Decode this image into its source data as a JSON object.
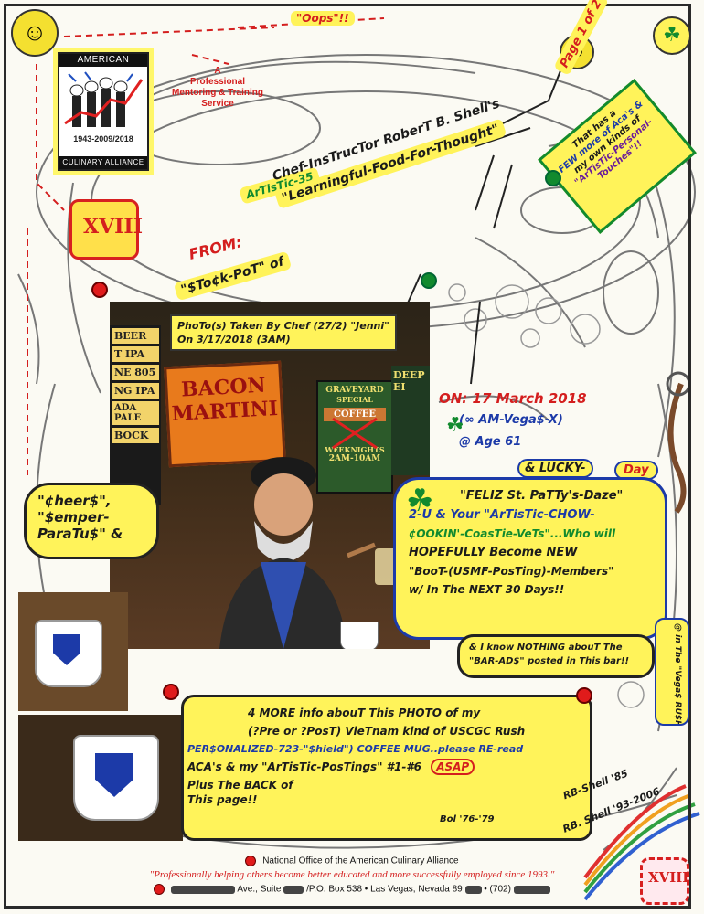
{
  "logo": {
    "top_text": "AMERICAN",
    "years_text": "1943-2009/2018",
    "bottom_text": "CULINARY ALLIANCE"
  },
  "service": {
    "line1": "A",
    "line2": "Professional",
    "line3": "Mentoring & Training",
    "line4": "Service"
  },
  "oops": "\"Oops\"!!",
  "header_lines": {
    "artistic": "ArTisTic-35",
    "chef": "Chef-InsTrucTor RoberT B. Shell's",
    "from": "FROM:",
    "learning": "\"Learningful-Food-For-Thought\"",
    "stock": "\"$To¢k-PoT\" of"
  },
  "page_marker": "Page 1 of 2",
  "corner_note": {
    "l1": "That has a",
    "l2": "FEW more of Aca's &",
    "l3": "my own kinds of",
    "l4": "\"ArTisTic-Personal-",
    "l5": "Touches\"!!"
  },
  "photo_caption": {
    "l1": "PhoTo(s) Taken By Chef (27/2) \"Jenni\"",
    "l2": "On 3/17/2018 (3AM)"
  },
  "bar_signs": {
    "beer": [
      "BEER",
      "T IPA",
      "NE 805",
      "NG IPA",
      "ADA PALE",
      "BOCK"
    ],
    "bacon1": "BACON",
    "bacon2": "MARTINI",
    "graveyard1": "GRAVEYARD",
    "graveyard2": "SPECIAL",
    "graveyard3": "COFFEE",
    "graveyard4": "WEEKNIGHTS",
    "graveyard5": "2AM-10AM",
    "deep": "DEEP EI"
  },
  "on_date": {
    "l1": "ON: 17 March 2018",
    "l2": "(∞ AM-Vega$-X)",
    "l3": "@ Age 61"
  },
  "cheers": {
    "l1": "\"¢heer$\",",
    "l2": "\"$emper-",
    "l3": "ParaTu$\" &"
  },
  "lucky_bubble": {
    "lucky": "& LUCKY-",
    "day": "Day",
    "l1": "\"FELIZ St. PaTTy's-Daze\"",
    "l2": "2-U & Your \"ArTisTic-CHOW-",
    "l3": "¢OOKIN'-CoasTie-VeTs\"...Who will",
    "l4": "HOPEFULLY Become NEW",
    "l5": "\"BooT-(USMF-PosTing)-Members\"",
    "l6": "w/ In The NEXT 30 Days!!"
  },
  "bar_ads_note": {
    "l1": "& I know NOTHING abouT The",
    "l2": "\"BAR-AD$\" posted in This bar!!"
  },
  "vegas_side": "@ in The \"Vega$ RU$H-Lounge\"!!",
  "more_info": {
    "l1": "4 MORE info abouT This PHOTO of my",
    "l2": "(?Pre or ?PosT) VieTnam kind of USCGC Rush",
    "l3": "PER$ONALIZED-723-\"$hield\") COFFEE MUG..please RE-read",
    "l4": "ACA's & my \"ArTisTic-PosTings\" #1-#6",
    "asap": "ASAP",
    "l5": "Plus The BACK of",
    "l6": "This page!!"
  },
  "service_years": {
    "rb1": "RB-Shell '85",
    "rb2": "RB. Shell '93-2006",
    "bol": "Bol '76-'79"
  },
  "footer": {
    "l1": "National Office of the American Culinary Alliance",
    "l2": "\"Professionally helping others become better educated and more successfully employed since 1993.\"",
    "l3a": "Ave., Suite",
    "l3b": "/P.O. Box 538 • Las Vegas, Nevada 89",
    "l3c": "• (702)"
  },
  "colors": {
    "accent_red": "#d41e1e",
    "highlight_yellow": "#fff35a",
    "ink_blue": "#1c3aa8",
    "ink_green": "#128a2e"
  }
}
